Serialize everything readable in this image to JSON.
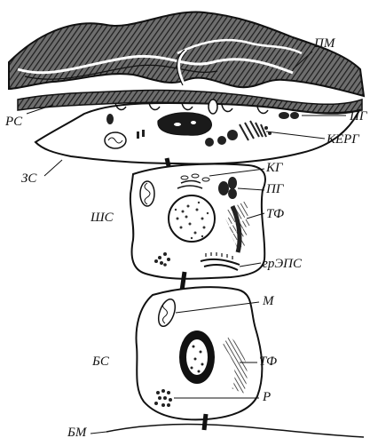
{
  "labels": {
    "pm": "ПМ",
    "rs": "РС",
    "zs": "ЗС",
    "pg_top": "ПГ",
    "kerg": "КЕРГ",
    "kg": "КГ",
    "pg_mid": "ПГ",
    "tf_mid": "ТФ",
    "shs": "ШС",
    "grEPS": "грЭПС",
    "m": "М",
    "bs": "БС",
    "tf_bottom": "ТФ",
    "r": "Р",
    "bm": "БМ"
  },
  "colors": {
    "ink": "#111111",
    "hatch": "#3a3a3a",
    "paper": "#ffffff"
  }
}
